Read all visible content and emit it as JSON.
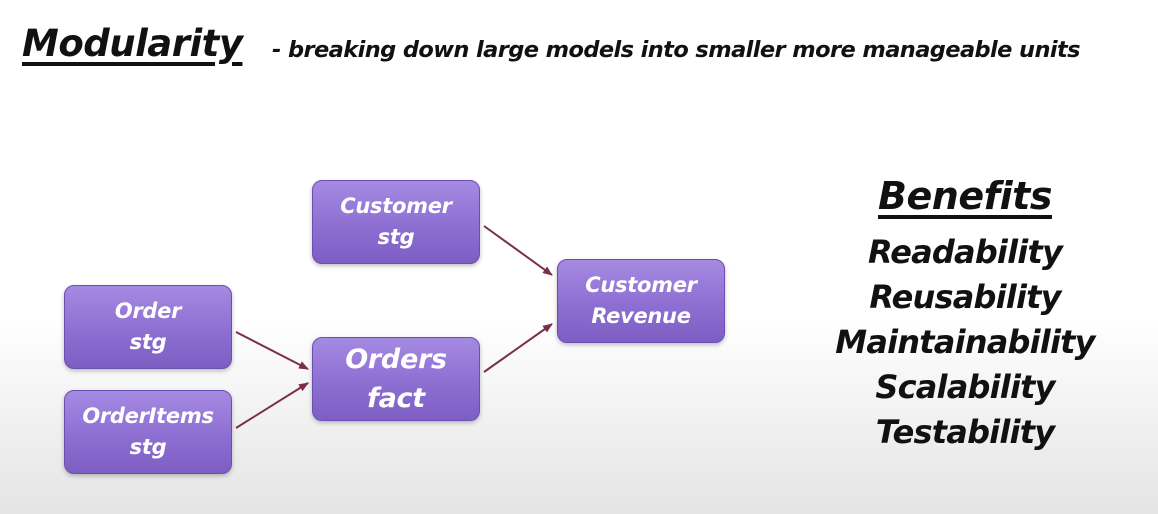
{
  "title": {
    "main": "Modularity",
    "subtitle": "- breaking down large models into smaller more manageable units"
  },
  "diagram": {
    "nodes": {
      "customer_stg": "Customer\nstg",
      "order_stg": "Order\nstg",
      "orderitems_stg": "OrderItems\nstg",
      "orders_fact": "Orders\nfact",
      "customer_revenue": "Customer\nRevenue"
    },
    "edges": [
      {
        "from": "customer_stg",
        "to": "customer_revenue"
      },
      {
        "from": "order_stg",
        "to": "orders_fact"
      },
      {
        "from": "orderitems_stg",
        "to": "orders_fact"
      },
      {
        "from": "orders_fact",
        "to": "customer_revenue"
      }
    ],
    "node_color": "#8d6fd2",
    "arrow_color": "#7a2e4c"
  },
  "benefits": {
    "title": "Benefits",
    "items": [
      "Readability",
      "Reusability",
      "Maintainability",
      "Scalability",
      "Testability"
    ]
  }
}
